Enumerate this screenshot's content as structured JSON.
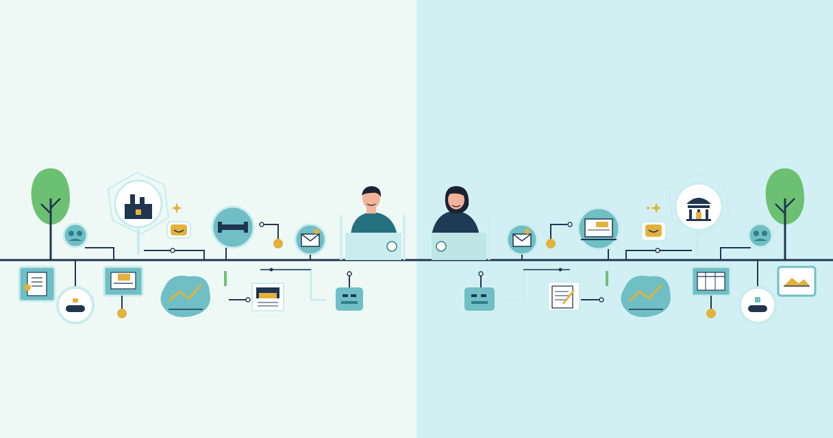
{
  "colors": {
    "left_background": "#eef9f6",
    "right_background": "#d2f0f3",
    "timeline": "#1f3550",
    "teal": "#6fbfc5",
    "teal_dark": "#2f7d86",
    "teal_light": "#c9ecee",
    "amber": "#e3b23c",
    "tree_green": "#6cc072",
    "tree_trunk": "#1f3550",
    "shirt_left": "#24717f",
    "shirt_right": "#1e3a55",
    "skin": "#f1b39a",
    "hair": "#1b2333"
  },
  "icons": [
    "tree-icon",
    "factory-icon",
    "sparkle-icon",
    "smiley-bubble-icon",
    "barbell-icon",
    "envelope-icon",
    "document-icon",
    "chart-icon",
    "robot-icon",
    "laptop-icon",
    "bank-icon",
    "note-icon"
  ],
  "people": [
    {
      "role": "left-person",
      "shirt": "teal"
    },
    {
      "role": "right-person",
      "shirt": "navy"
    }
  ]
}
